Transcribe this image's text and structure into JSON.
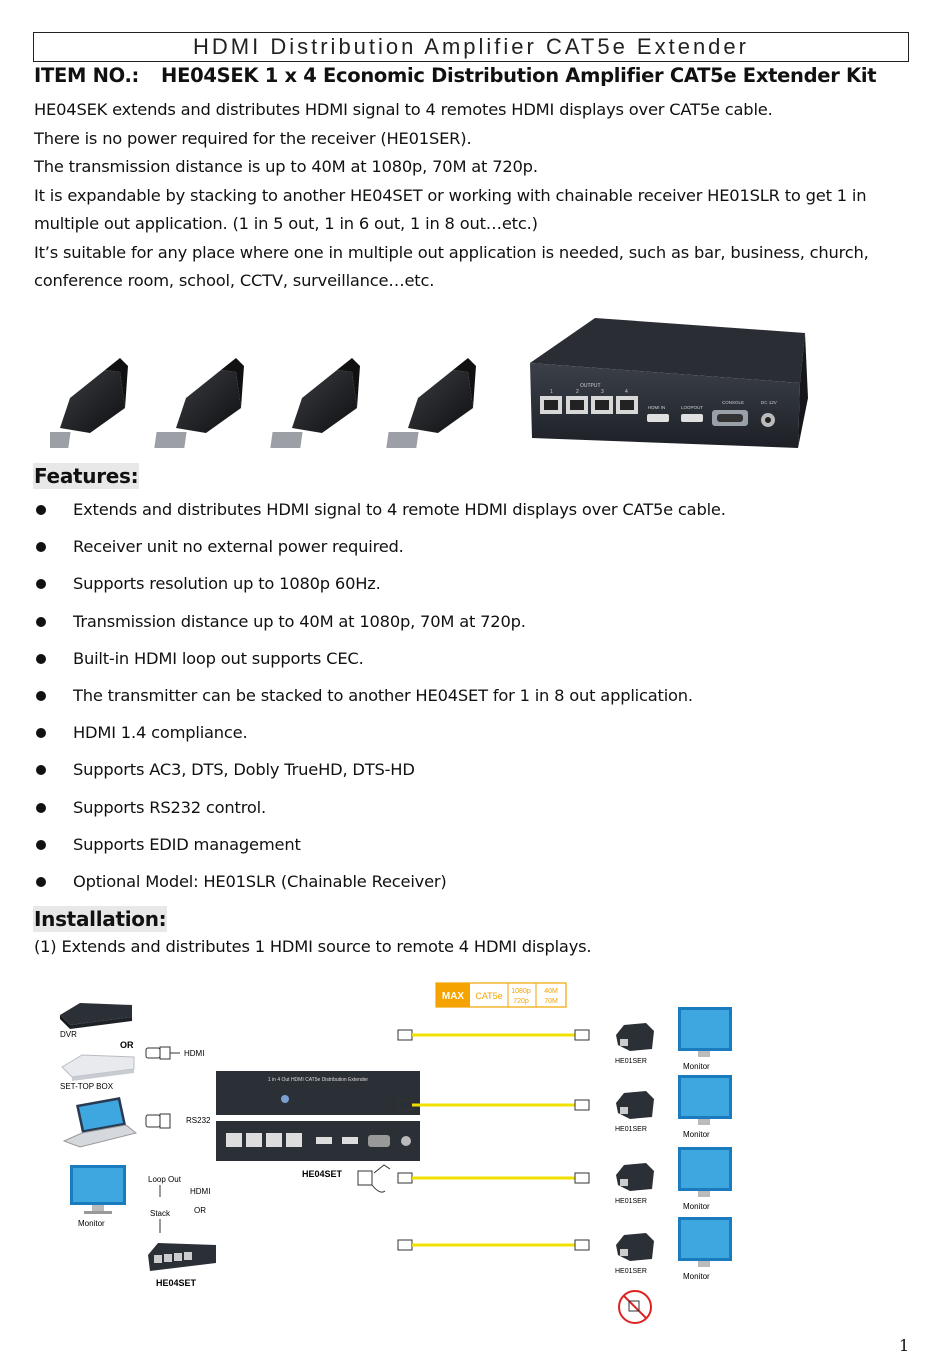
{
  "doc": {
    "title": "HDMI Distribution Amplifier CAT5e Extender",
    "item_label": "ITEM NO.:",
    "item_name": "HE04SEK 1 x 4 Economic Distribution Amplifier CAT5e Extender Kit",
    "intro": [
      "HE04SEK extends and distributes HDMI signal to 4 remotes HDMI displays over CAT5e cable.",
      "There is no power required for the receiver (HE01SER).",
      "The transmission distance is up to 40M at 1080p, 70M at 720p.",
      "It is expandable by stacking to another HE04SET or working with chainable receiver HE01SLR to get 1 in multiple out application. (1 in 5 out, 1 in 6 out, 1 in 8 out…etc.)",
      "It’s suitable for any place where one in multiple out application is needed, such as bar, business, church, conference room, school, CCTV, surveillance…etc."
    ],
    "features_heading": "Features:",
    "features": [
      "Extends and distributes HDMI signal to 4 remote HDMI displays over CAT5e cable.",
      "Receiver unit no external power required.",
      "Supports resolution up to 1080p 60Hz.",
      "Transmission distance up to 40M at 1080p, 70M at 720p.",
      "Built-in HDMI loop out supports CEC.",
      "The transmitter can be stacked to another HE04SET for 1 in 8 out application.",
      "HDMI 1.4 compliance.",
      "Supports AC3, DTS, Dobly TrueHD, DTS-HD",
      "Supports RS232 control.",
      "Supports EDID management",
      "Optional Model: HE01SLR (Chainable Receiver)"
    ],
    "installation_heading": "Installation:",
    "installation_step": "(1) Extends and distributes 1 HDMI source to remote 4 HDMI displays.",
    "page_number": "1"
  },
  "photo": {
    "port_labels": {
      "output": "OUTPUT",
      "p1": "1",
      "p2": "2",
      "p3": "3",
      "p4": "4",
      "hdmi_in": "HDMI IN",
      "loopout": "LOOPOUT",
      "console": "CONSOLE",
      "dc": "DC 12V"
    }
  },
  "diagram": {
    "max_badge": {
      "max": "MAX",
      "cable": "CAT5e",
      "r1": "1080p",
      "r2": "720p",
      "d1": "40M",
      "d2": "70M"
    },
    "sources": {
      "dvr": "DVR",
      "or1": "OR",
      "stb": "SET-TOP BOX",
      "hdmi": "HDMI",
      "rs232": "RS232"
    },
    "transmitter": {
      "top_label": "1 in 4 Out HDMI CAT5e Distribution Extender",
      "name": "HE04SET"
    },
    "loop": {
      "loop_out": "Loop  Out",
      "hdmi": "HDMI",
      "stack": "Stack",
      "or": "OR",
      "monitor": "Monitor",
      "name": "HE04SET"
    },
    "receivers": [
      {
        "name": "HE01SER",
        "monitor": "Monitor"
      },
      {
        "name": "HE01SER",
        "monitor": "Monitor"
      },
      {
        "name": "HE01SER",
        "monitor": "Monitor"
      },
      {
        "name": "HE01SER",
        "monitor": "Monitor"
      }
    ]
  },
  "colors": {
    "heading_bg": "#e8e8e8",
    "cable": "#f0e000",
    "badge_orange": "#f4a300",
    "monitor_blue": "#3fa7e0",
    "device": "#2b2f36"
  }
}
